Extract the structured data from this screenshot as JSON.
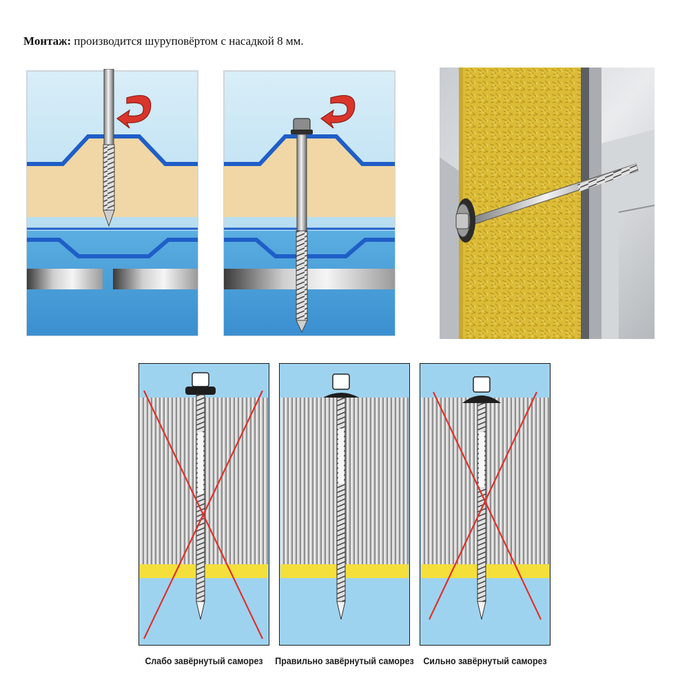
{
  "heading": {
    "label": "Монтаж:",
    "text": " производится шуруповёртом с насадкой 8 мм."
  },
  "captions": {
    "loose": "Слабо завёрнутый саморез",
    "correct": "Правильно завёрнутый саморез",
    "tight": "Сильно завёрнутый саморез"
  },
  "colors": {
    "sky": "#9ed3ef",
    "profile_blue": "#1f5ec8",
    "insulation": "#f2d9a8",
    "steel": "#5a5a5a",
    "arrow": "#d9352b",
    "wool": "#e3c43c",
    "gasket_yellow": "#f5df3a",
    "cross_red": "#e0302a"
  },
  "icons": {
    "rotation": "curved-arrow-icon",
    "screw": "self-tapping-screw-icon"
  }
}
